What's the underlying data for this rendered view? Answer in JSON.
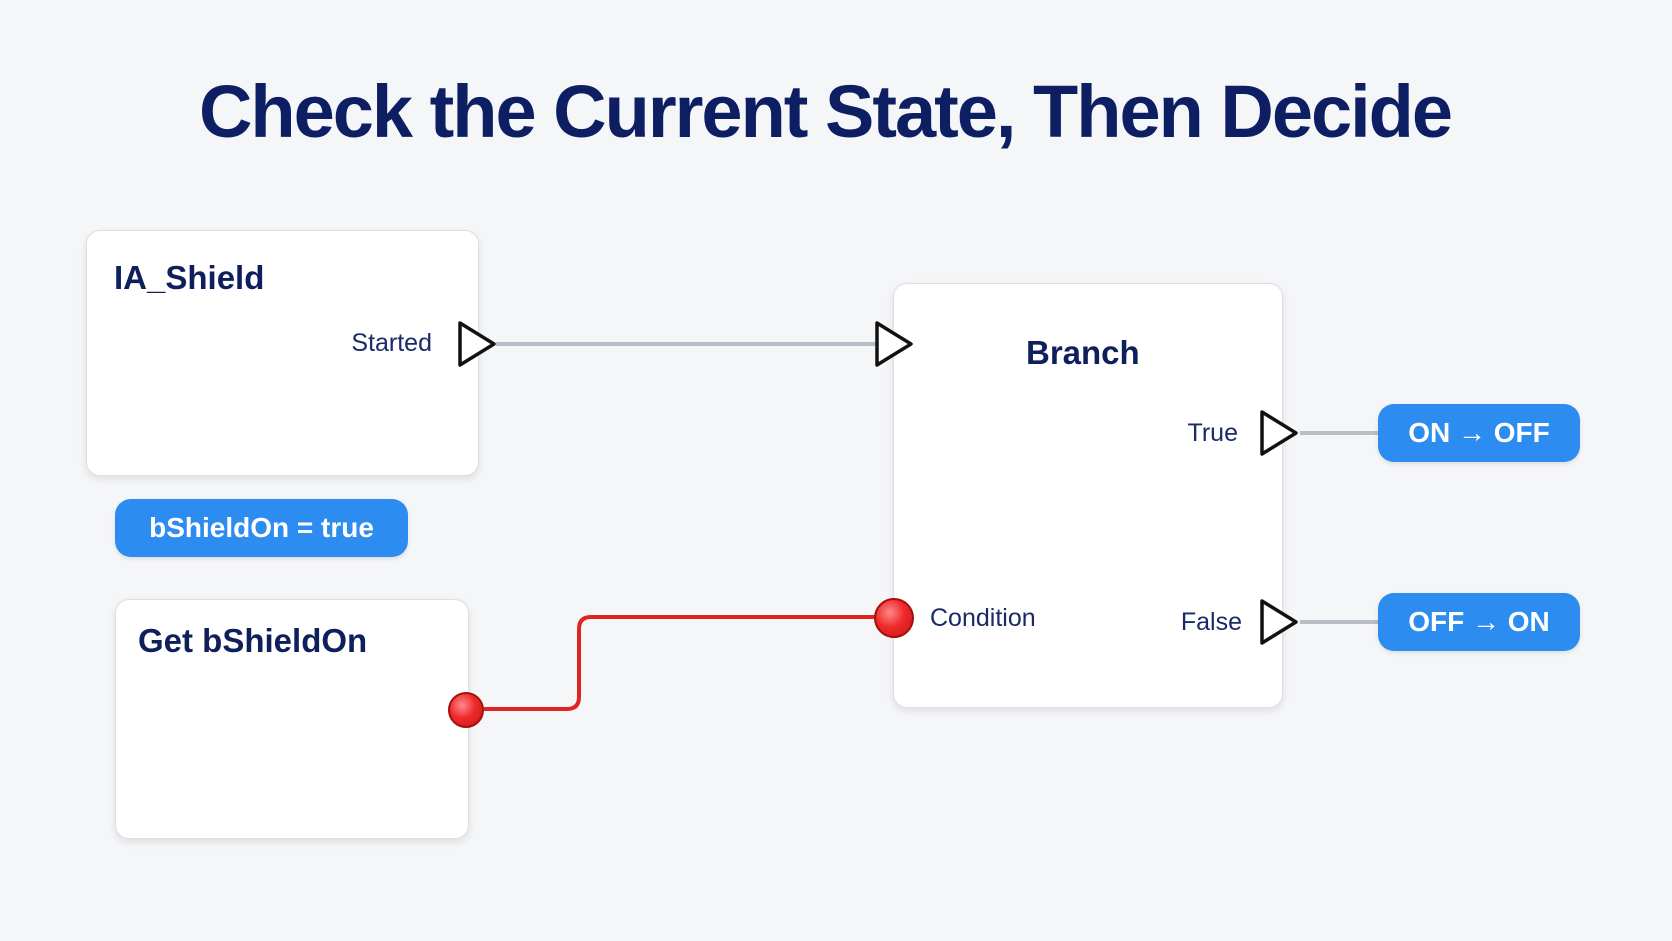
{
  "title": "Check the Current State, Then Decide",
  "nodes": {
    "ia_shield": {
      "title": "IA_Shield",
      "pin_started": "Started"
    },
    "get_shield": {
      "title": "Get bShieldOn"
    },
    "branch": {
      "title": "Branch",
      "pin_true": "True",
      "pin_false": "False",
      "pin_condition": "Condition"
    }
  },
  "pills": {
    "state": "bShieldOn = true",
    "on_to_off": "ON → OFF",
    "off_to_on": "OFF → ON"
  },
  "colors": {
    "title": "#0d1e63",
    "pill": "#2d8cf0",
    "data_wire": "#e02424",
    "exec_wire": "#b9bec6"
  }
}
